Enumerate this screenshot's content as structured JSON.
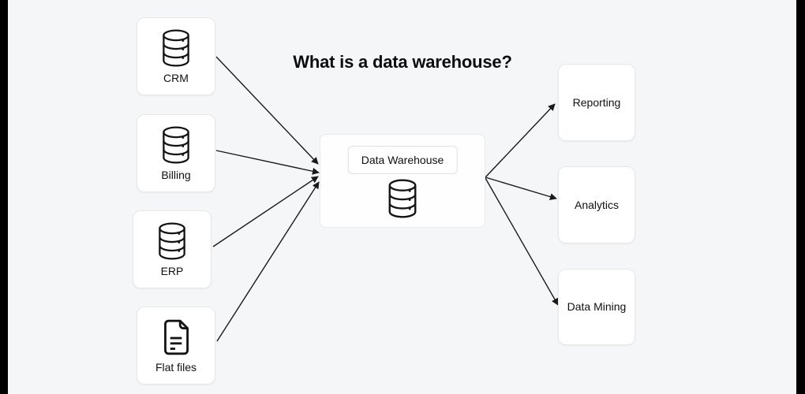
{
  "title": "What is a data warehouse?",
  "diagram": {
    "sources": [
      {
        "label": "CRM",
        "icon": "database-icon"
      },
      {
        "label": "Billing",
        "icon": "database-icon"
      },
      {
        "label": "ERP",
        "icon": "database-icon"
      },
      {
        "label": "Flat files",
        "icon": "file-text-icon"
      }
    ],
    "warehouse": {
      "label": "Data Warehouse",
      "icon": "database-icon"
    },
    "outputs": [
      {
        "label": "Reporting"
      },
      {
        "label": "Analytics"
      },
      {
        "label": "Data Mining"
      }
    ]
  },
  "colors": {
    "background": "#f5f6f8",
    "card_background": "#ffffff",
    "card_border": "#e7e8ec",
    "connector_line": "#1a1a1a",
    "text": "#111111",
    "edge_bars": "#000000"
  }
}
